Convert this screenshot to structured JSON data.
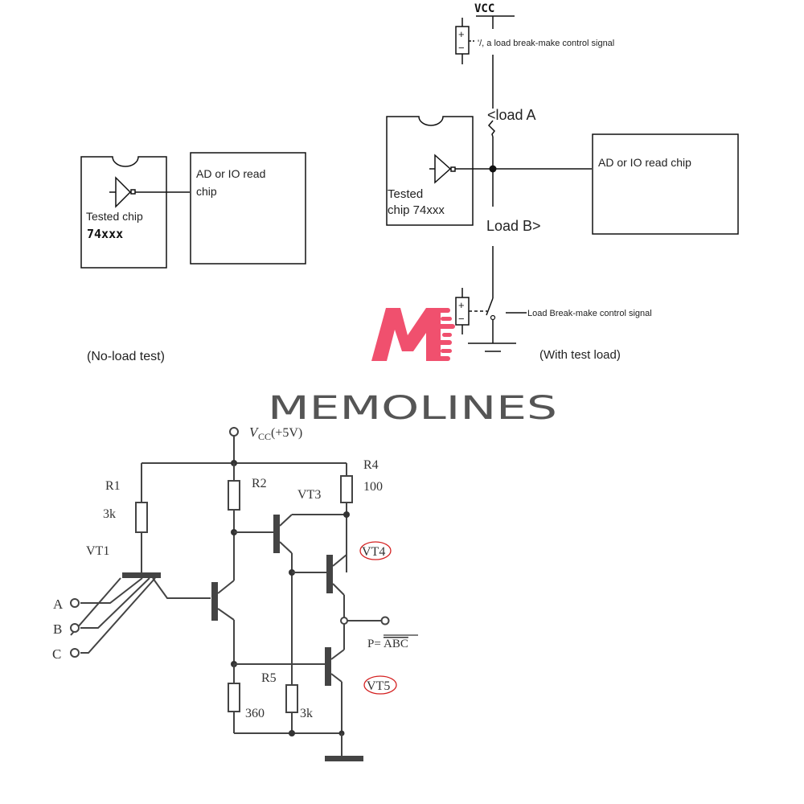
{
  "no_load_test": {
    "chip_label_line1": "Tested chip",
    "chip_label_line2": "74xxx",
    "reader_label_line1": "AD or IO read",
    "reader_label_line2": "chip",
    "caption": "(No-load test)"
  },
  "with_load_test": {
    "vcc_label": "VCC",
    "top_signal_label": "'/, a load break-make control signal",
    "load_a_label": "<load A",
    "load_b_label": "Load B>",
    "chip_label_line1": "Tested",
    "chip_label_line2": "chip 74xxx",
    "reader_label": "AD or IO read chip",
    "bottom_signal_label": "Load Break-make control signal",
    "caption": "(With test load)",
    "battery_plus": "+",
    "battery_minus": "−"
  },
  "watermark": {
    "brand": "MEMOLINES",
    "logo_letter": "M",
    "logo_color": "#f0506e",
    "brand_color": "#555555"
  },
  "ttl_nand_circuit": {
    "vcc_label": "V",
    "vcc_sub": "CC",
    "vcc_value": "(+5V)",
    "r1_label": "R1",
    "r1_value": "3k",
    "r2_label": "R2",
    "r4_label": "R4",
    "r4_value": "100",
    "r5_label": "R5",
    "r_360_value": "360",
    "r5_value": "3k",
    "vt1_label": "VT1",
    "vt3_label": "VT3",
    "vt4_label": "VT4",
    "vt5_label": "VT5",
    "input_a": "A",
    "input_b": "B",
    "input_c": "C",
    "output_label_prefix": "P=",
    "output_label_overlined": "ABC",
    "highlight_color": "#d42020"
  }
}
